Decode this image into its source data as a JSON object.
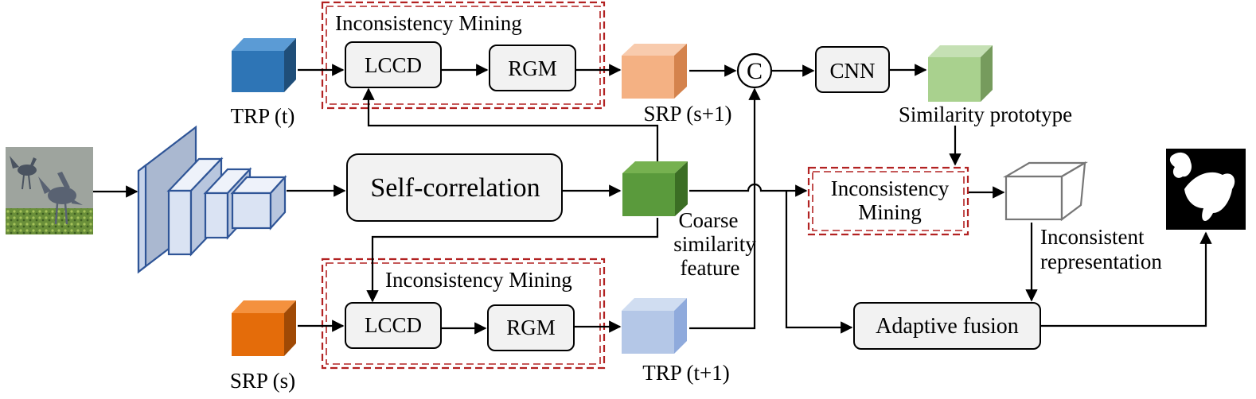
{
  "modules": {
    "im_top": "Inconsistency Mining",
    "im_bottom": "Inconsistency Mining",
    "im_right_line1": "Inconsistency",
    "im_right_line2": "Mining",
    "lccd": "LCCD",
    "rgm": "RGM",
    "self_corr": "Self-correlation",
    "cnn": "CNN",
    "concat": "C",
    "adaptive_fusion": "Adaptive fusion"
  },
  "labels": {
    "trp_t": "TRP (t)",
    "srp_s1": "SRP (s+1)",
    "srp_s": "SRP (s)",
    "trp_t1": "TRP (t+1)",
    "sim_proto": "Similarity prototype",
    "coarse_1": "Coarse",
    "coarse_2": "similarity",
    "coarse_3": "feature",
    "incons_1": "Inconsistent",
    "incons_2": "representation"
  },
  "colors": {
    "trp_t": "#2e75b6",
    "srp_s1": "#f4b183",
    "srp_s": "#e46c0a",
    "trp_t1": "#b4c7e7",
    "coarse": "#5a9a3c",
    "sim_proto": "#a9d18e",
    "backbone": "#dae3f3",
    "backbone_edge": "#2f5597",
    "dashed_border": "#b22222"
  }
}
